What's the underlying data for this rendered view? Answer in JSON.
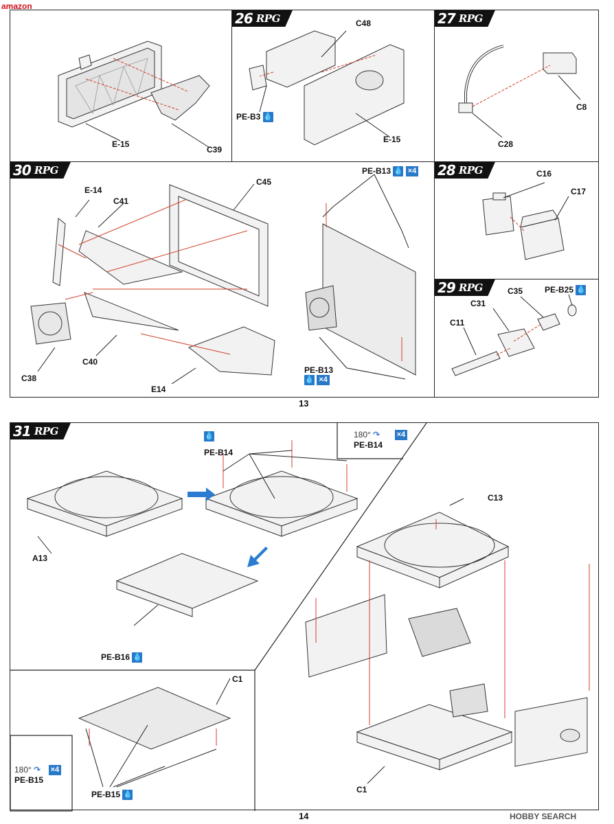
{
  "watermark": {
    "top": "amazon",
    "bottom": "HOBBY SEARCH"
  },
  "brand": "RPG",
  "glue_glyph": "💧",
  "page13": "13",
  "page14": "14",
  "steps": {
    "s26": {
      "num": "26",
      "labels": {
        "C48": "C48",
        "PEB3": "PE-B3",
        "E15": "E-15"
      }
    },
    "s27": {
      "num": "27",
      "labels": {
        "C8": "C8",
        "C28": "C28"
      }
    },
    "s30": {
      "num": "30",
      "labels": {
        "E14a": "E-14",
        "C41": "C41",
        "C45": "C45",
        "C38": "C38",
        "C40": "C40",
        "E14b": "E14",
        "PEB13a": "PE-B13",
        "PEB13b": "PE-B13",
        "x4": "×4"
      }
    },
    "s28": {
      "num": "28",
      "labels": {
        "C16": "C16",
        "C17": "C17"
      }
    },
    "s29": {
      "num": "29",
      "labels": {
        "C35": "C35",
        "PEB25": "PE-B25",
        "C31": "C31",
        "C11": "C11"
      }
    },
    "s31": {
      "num": "31",
      "labels": {
        "PEB14": "PE-B14",
        "PEB14r": "PE-B14",
        "rot": "180°",
        "x4": "×4",
        "A13": "A13",
        "PEB16": "PE-B16",
        "C1a": "C1",
        "C13": "C13",
        "C1b": "C1",
        "PEB15": "PE-B15",
        "PEB15r": "PE-B15"
      }
    }
  },
  "step15_label": "E-15",
  "step39_label": "C39"
}
